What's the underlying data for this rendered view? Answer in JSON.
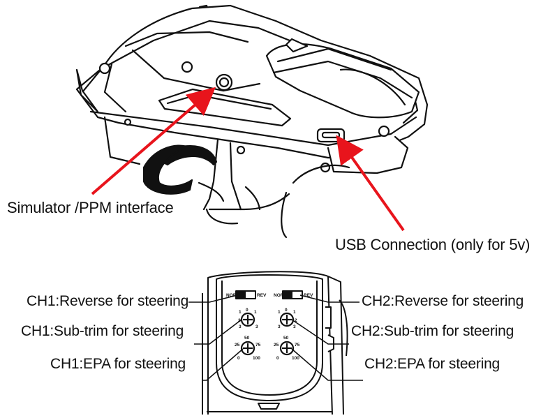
{
  "top_labels": {
    "simulator": "Simulator /PPM interface",
    "usb": "USB Connection (only for 5v)"
  },
  "bottom_labels": {
    "ch1_reverse": "CH1:Reverse for steering",
    "ch1_subtrim": "CH1:Sub-trim for steering",
    "ch1_epa": "CH1:EPA for steering",
    "ch2_reverse": "CH2:Reverse for steering",
    "ch2_subtrim": "CH2:Sub-trim for steering",
    "ch2_epa": "CH2:EPA for steering"
  },
  "panel": {
    "nor": "NOR",
    "rev": "REV",
    "subtrim_ticks": {
      "t0": "0",
      "t1": "1",
      "t2": "2",
      "t3": "3"
    },
    "epa_ticks": {
      "t0": "0",
      "t25": "25",
      "t50": "50",
      "t75": "75",
      "t100": "100"
    }
  },
  "colors": {
    "arrow": "#e8141c",
    "line": "#111111"
  }
}
